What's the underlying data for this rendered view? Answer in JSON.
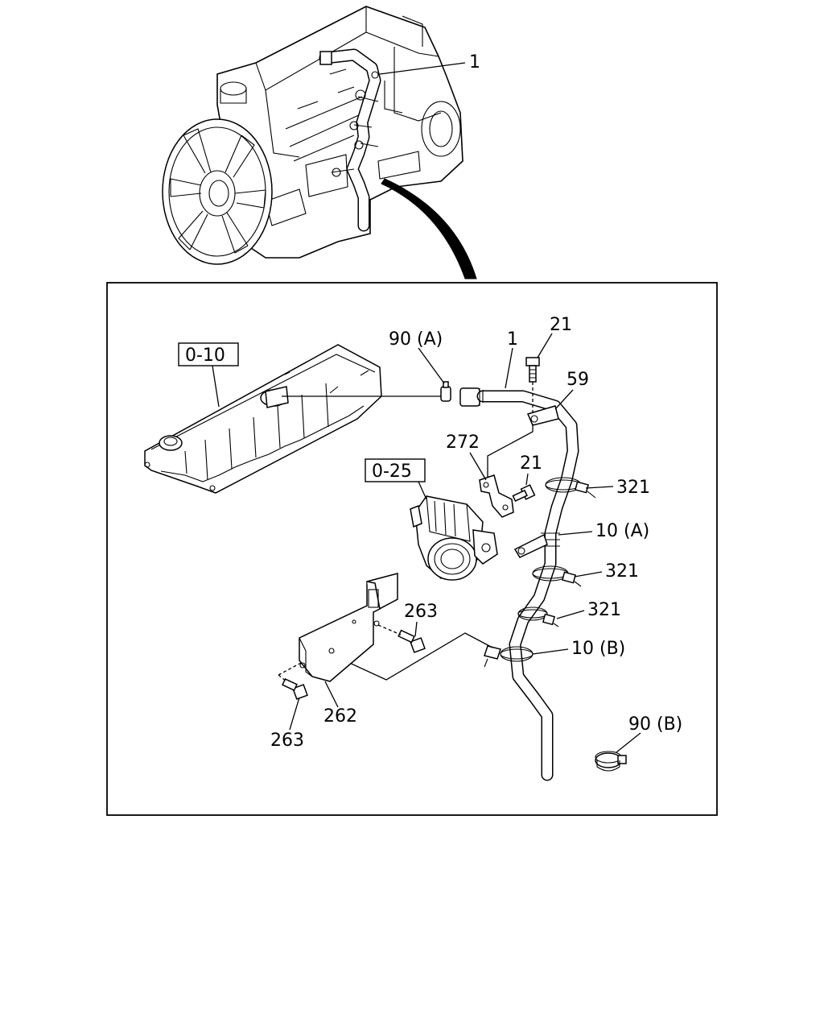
{
  "overview": {
    "callout_1": "1"
  },
  "detail": {
    "refs": {
      "cam_cover": "0-10",
      "throttle_body": "0-25"
    },
    "labels": {
      "clamp_a": "90 (A)",
      "clamp_b": "90 (B)",
      "hose": "1",
      "bolt_top": "21",
      "bolt_mid": "21",
      "clip": "59",
      "bracket": "272",
      "band_1": "321",
      "band_2": "321",
      "band_3": "321",
      "pipe_a": "10 (A)",
      "pipe_b": "10 (B)",
      "bolt_right": "263",
      "bolt_left": "263",
      "plate": "262"
    }
  }
}
